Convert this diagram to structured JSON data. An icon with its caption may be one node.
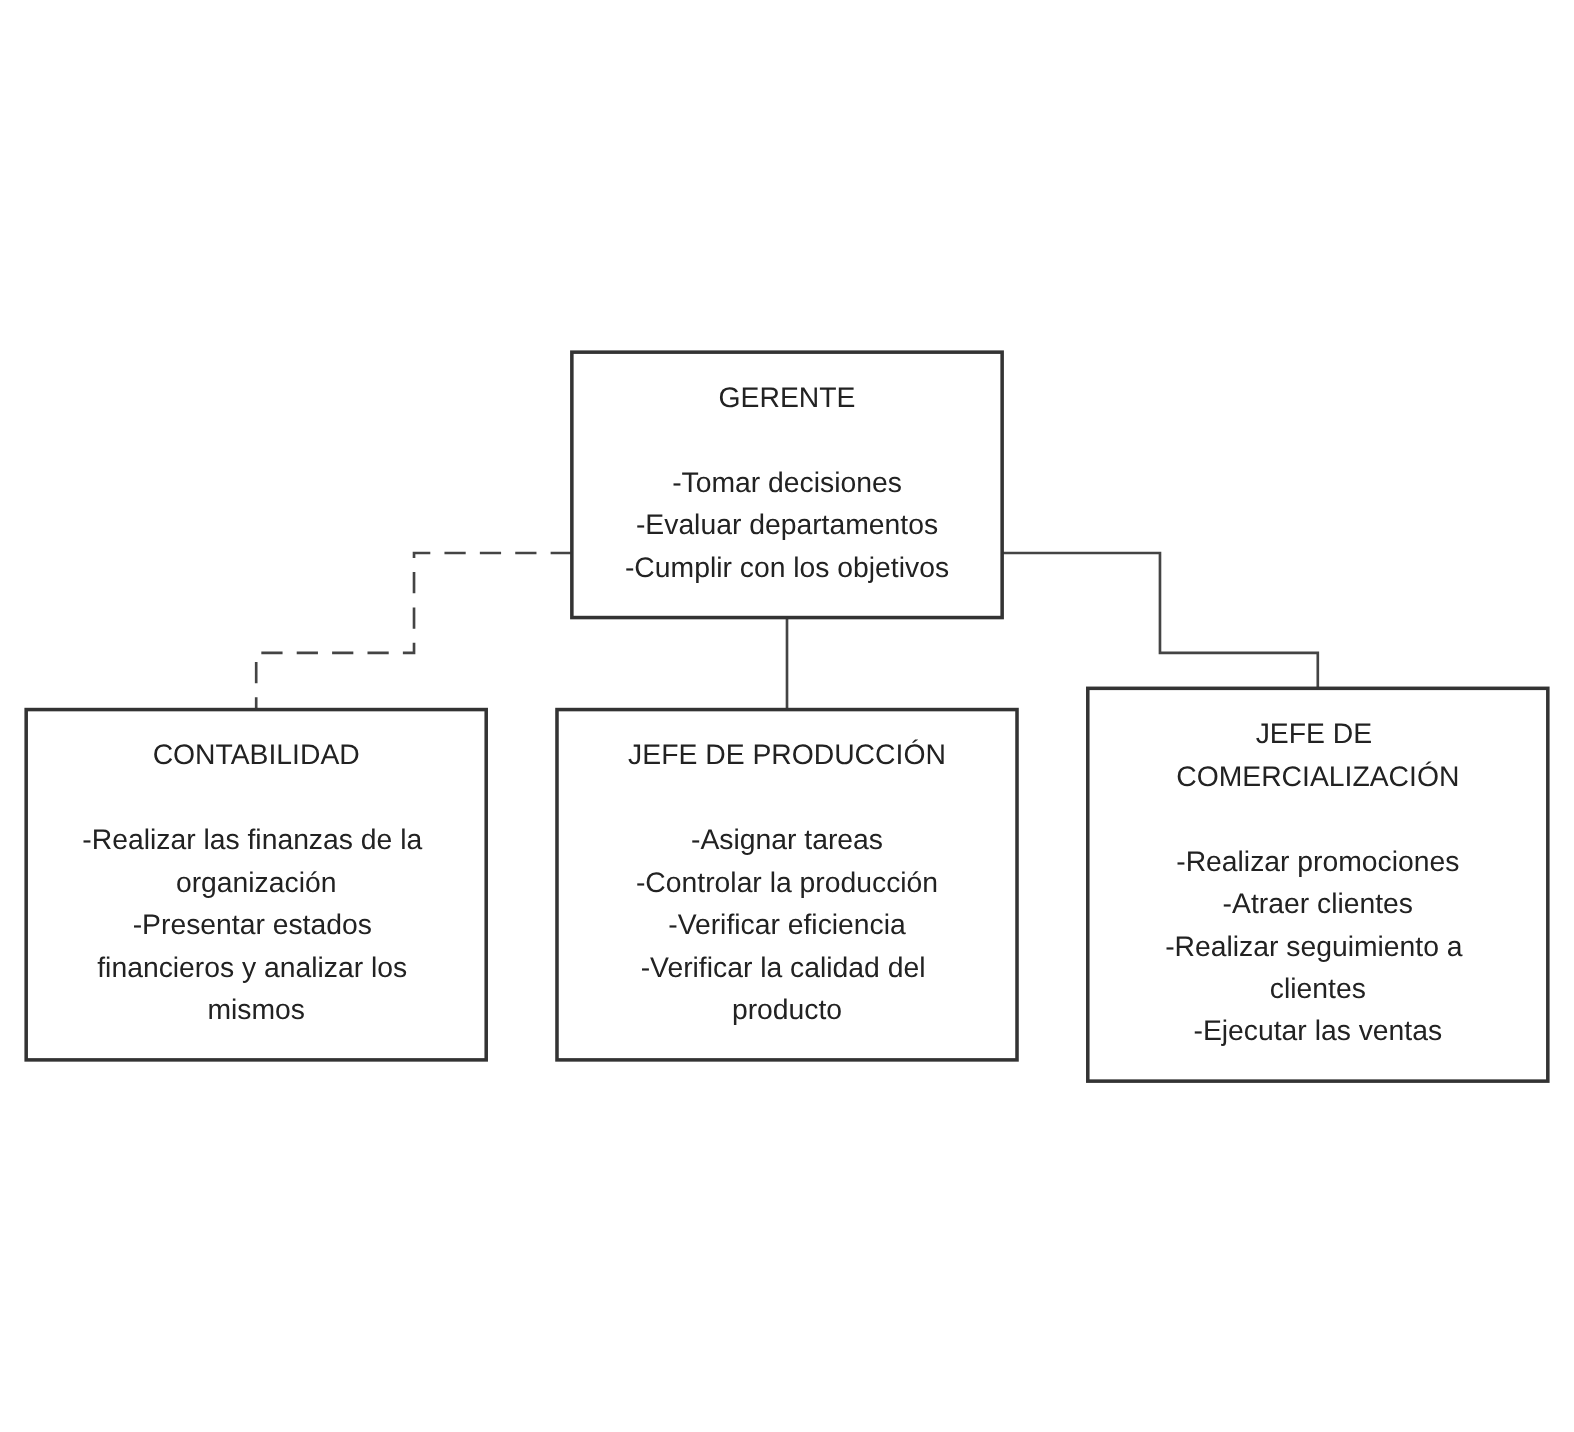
{
  "diagram": {
    "nodes": [
      {
        "text": [
          "GERENTE",
          "-Tomar decisiones",
          "-Evaluar departamentos",
          "-Cumplir con los objetivos"
        ]
      },
      {
        "text": [
          "CONTABILIDAD",
          "-Realizar las finanzas de la organización",
          "-Presentar estados financieros y analizar los mismos"
        ]
      },
      {
        "text": [
          "JEFE DE PRODUCCIÓN",
          "-Asignar tareas",
          "-Controlar la producción",
          "-Verificar eficiencia",
          "-Verificar la calidad del producto"
        ]
      },
      {
        "text": [
          "JEFE DE COMERCIALIZACIÓN",
          "-Realizar promociones",
          "-Atraer clientes",
          "-Realizar seguimiento a clientes",
          "-Ejecutar las ventas"
        ]
      }
    ],
    "edges": [
      {
        "from": 0,
        "to": 1,
        "arrow": "none",
        "style": "dashed"
      },
      {
        "from": 0,
        "to": 2,
        "arrow": "none"
      },
      {
        "from": 0,
        "to": 3,
        "arrow": "none"
      }
    ]
  }
}
